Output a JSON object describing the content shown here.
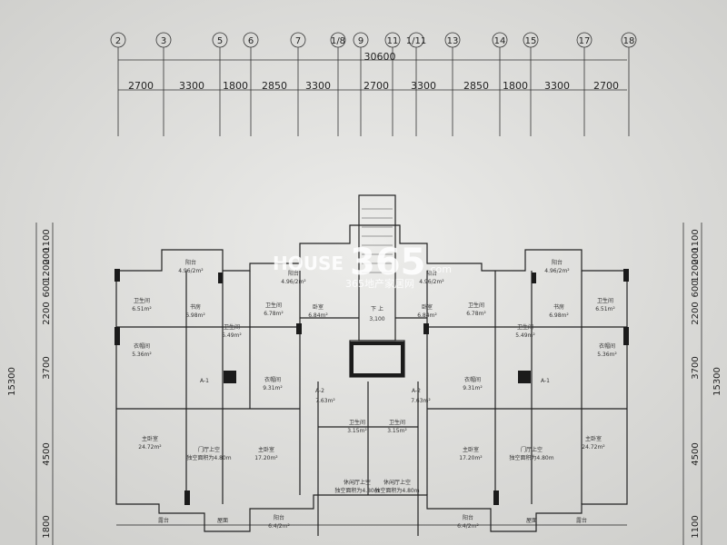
{
  "top_total": "30600",
  "top_axes": [
    "2",
    "3",
    "5",
    "6",
    "7",
    "1/8",
    "9",
    "11",
    "1/11",
    "13",
    "14",
    "15",
    "17",
    "18"
  ],
  "top_dims": [
    "2700",
    "3300",
    "1800",
    "2850",
    "3300",
    "2700",
    "3300",
    "2850",
    "1800",
    "3300",
    "2700"
  ],
  "left_dims": [
    "1100",
    "200",
    "1200",
    "600",
    "2200",
    "3700",
    "4500",
    "1800"
  ],
  "left_total": "15300",
  "right_dims": [
    "1100",
    "200",
    "1200",
    "600",
    "2200",
    "3700",
    "4500",
    "1100"
  ],
  "right_total": "15300",
  "watermark": {
    "brand": "HOUSE",
    "number": "365",
    "domain": ".com",
    "sub": "365地产家居网"
  },
  "stair_label": "下  上",
  "stair_dim": "3,100",
  "rooms": [
    {
      "name": "阳台",
      "area": "4.96/2m²"
    },
    {
      "name": "卫生间",
      "area": "6.51m²"
    },
    {
      "name": "书房",
      "area": "6.98m²"
    },
    {
      "name": "卫生间",
      "area": "5.49m²"
    },
    {
      "name": "卫生间",
      "area": "6.78m²"
    },
    {
      "name": "阳台",
      "area": "4.96/2m²"
    },
    {
      "name": "卧室",
      "area": "6.84m²"
    },
    {
      "name": "衣帽间",
      "area": "5.36m²"
    },
    {
      "name": "衣帽间",
      "area": "9.31m²"
    },
    {
      "name": "主卧室",
      "area": "24.72m²"
    },
    {
      "name": "门厅上空",
      "area": "独空面积为4.80m"
    },
    {
      "name": "主卧室",
      "area": "17.20m²"
    },
    {
      "name": "卫生间",
      "area": "3.15m²"
    },
    {
      "name": "休闲厅上空",
      "area": "独空面积为4.80m"
    },
    {
      "name": "阳台",
      "area": "6.4/2m²"
    },
    {
      "name": "露台",
      "area": ""
    },
    {
      "name": "屋面",
      "area": ""
    },
    {
      "name": "阳台",
      "area": "4.96/2m²"
    },
    {
      "name": "卧室",
      "area": "6.84m²"
    },
    {
      "name": "卫生间",
      "area": "6.78m²"
    },
    {
      "name": "卫生间",
      "area": "5.49m²"
    },
    {
      "name": "书房",
      "area": "6.98m²"
    },
    {
      "name": "阳台",
      "area": "4.96/2m²"
    },
    {
      "name": "卫生间",
      "area": "6.51m²"
    },
    {
      "name": "衣帽间",
      "area": "9.31m²"
    },
    {
      "name": "衣帽间",
      "area": "5.36m²"
    },
    {
      "name": "卫生间",
      "area": "3.15m²"
    },
    {
      "name": "休闲厅上空",
      "area": "独空面积为4.80m"
    },
    {
      "name": "主卧室",
      "area": "17.20m²"
    },
    {
      "name": "门厅上空",
      "area": "独空面积为4.80m"
    },
    {
      "name": "主卧室",
      "area": "24.72m²"
    },
    {
      "name": "阳台",
      "area": "6.4/2m²"
    },
    {
      "name": "露台",
      "area": ""
    },
    {
      "name": "屋面",
      "area": ""
    }
  ],
  "labels": [
    {
      "text": "A-1"
    },
    {
      "text": "A-2"
    },
    {
      "text": "7.63m²"
    },
    {
      "text": "A-2"
    },
    {
      "text": "7.63m²"
    },
    {
      "text": "A-1"
    }
  ]
}
